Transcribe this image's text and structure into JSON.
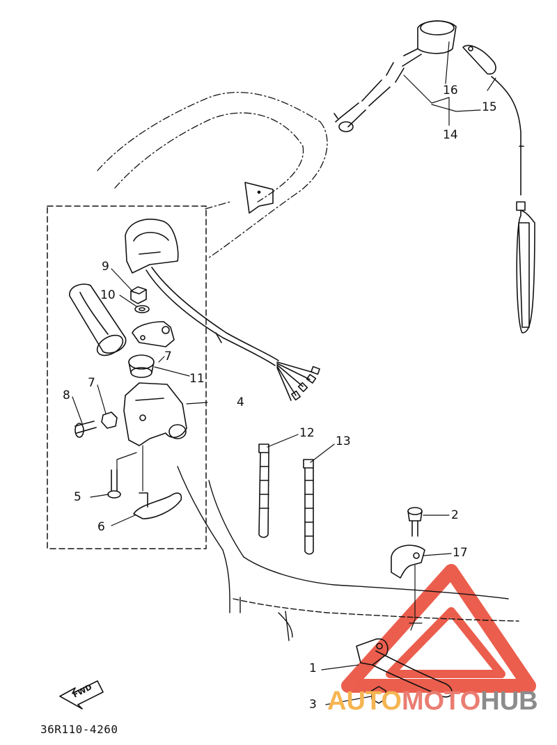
{
  "diagram": {
    "callouts": [
      {
        "id": "c1",
        "text": "1"
      },
      {
        "id": "c2",
        "text": "2"
      },
      {
        "id": "c3",
        "text": "3"
      },
      {
        "id": "c4",
        "text": "4"
      },
      {
        "id": "c5",
        "text": "5"
      },
      {
        "id": "c6",
        "text": "6"
      },
      {
        "id": "c7a",
        "text": "7"
      },
      {
        "id": "c7b",
        "text": "7"
      },
      {
        "id": "c8",
        "text": "8"
      },
      {
        "id": "c9",
        "text": "9"
      },
      {
        "id": "c10",
        "text": "10"
      },
      {
        "id": "c11",
        "text": "11"
      },
      {
        "id": "c12",
        "text": "12"
      },
      {
        "id": "c13",
        "text": "13"
      },
      {
        "id": "c14",
        "text": "14"
      },
      {
        "id": "c15",
        "text": "15"
      },
      {
        "id": "c16",
        "text": "16"
      },
      {
        "id": "c17",
        "text": "17"
      }
    ],
    "forward_label": "FWD",
    "drawing_code": "36R110-4260"
  },
  "watermark": {
    "part1": "AUTO",
    "part2": "MOTO",
    "part3": "HUB",
    "colors": {
      "triangle": "#e8432f",
      "auto": "#f6b552",
      "moto": "#ea7d72",
      "hub": "#8c8c8c"
    }
  }
}
